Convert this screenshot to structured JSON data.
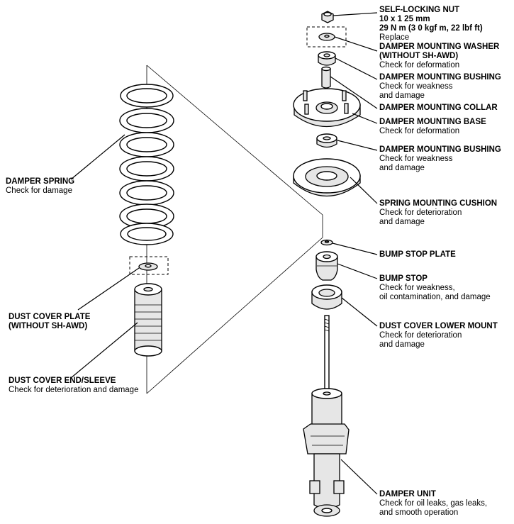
{
  "labels": {
    "self_locking_nut": {
      "title": "SELF-LOCKING NUT",
      "spec1": "10 x 1 25 mm",
      "spec2": "29 N m (3 0 kgf m, 22 lbf ft)",
      "note": "Replace"
    },
    "damper_mounting_washer": {
      "title1": "DAMPER MOUNTING WASHER",
      "title2": "(WITHOUT SH-AWD)",
      "note": "Check for deformation"
    },
    "damper_mounting_bushing_upper": {
      "title": "DAMPER MOUNTING BUSHING",
      "note1": "Check for weakness",
      "note2": "and damage"
    },
    "damper_mounting_collar": {
      "title": "DAMPER MOUNTING COLLAR"
    },
    "damper_mounting_base": {
      "title": "DAMPER MOUNTING BASE",
      "note": "Check for deformation"
    },
    "damper_mounting_bushing_lower": {
      "title": "DAMPER MOUNTING BUSHING",
      "note1": "Check for weakness",
      "note2": "and damage"
    },
    "spring_mounting_cushion": {
      "title": "SPRING MOUNTING CUSHION",
      "note1": "Check for deterioration",
      "note2": "and damage"
    },
    "bump_stop_plate": {
      "title": "BUMP STOP PLATE"
    },
    "bump_stop": {
      "title": "BUMP STOP",
      "note1": "Check for weakness,",
      "note2": "oil contamination, and damage"
    },
    "dust_cover_lower_mount": {
      "title": "DUST COVER LOWER MOUNT",
      "note1": "Check for deterioration",
      "note2": "and damage"
    },
    "damper_spring": {
      "title": "DAMPER SPRING",
      "note": "Check for damage"
    },
    "dust_cover_plate": {
      "title1": "DUST COVER PLATE",
      "title2": "(WITHOUT SH-AWD)"
    },
    "dust_cover_end_sleeve": {
      "title": "DUST COVER END/SLEEVE",
      "note": "Check for deterioration and damage"
    },
    "damper_unit": {
      "title": "DAMPER UNIT",
      "note1": "Check for oil leaks, gas leaks,",
      "note2": "and smooth operation"
    }
  }
}
